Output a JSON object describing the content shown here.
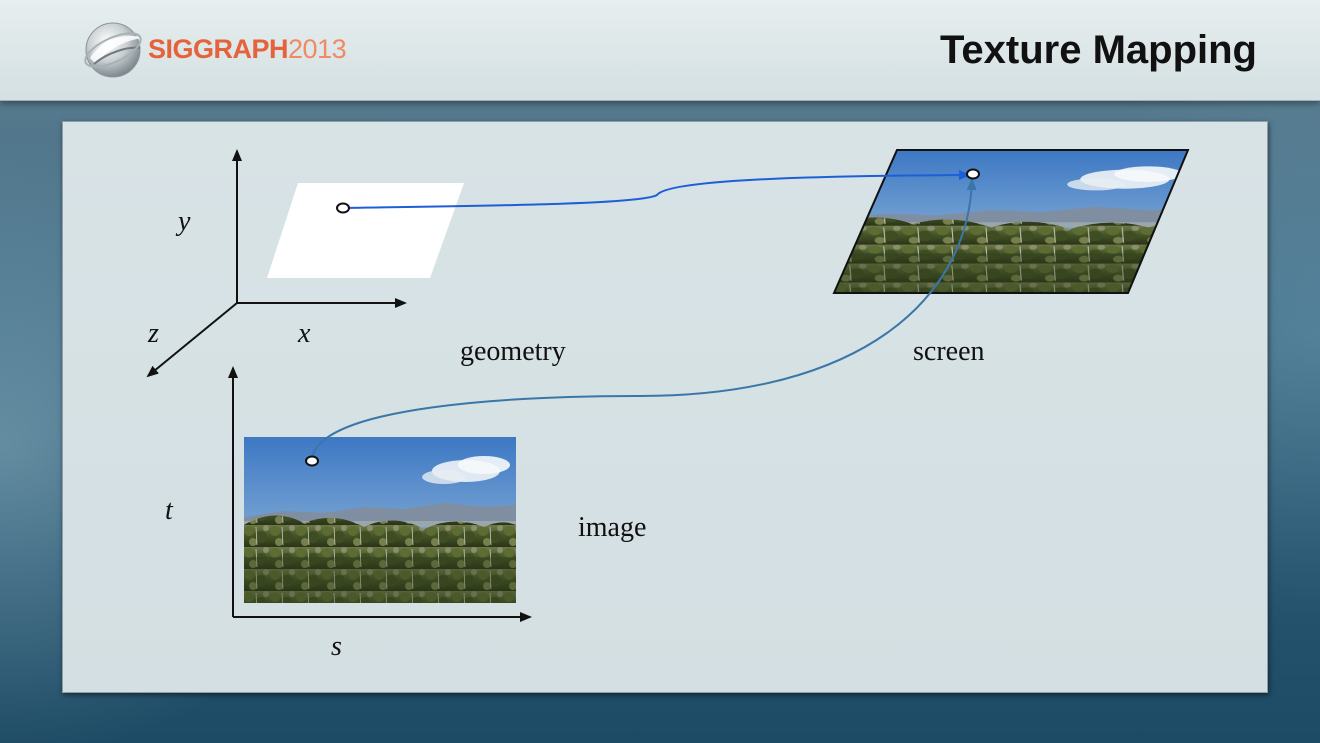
{
  "slide": {
    "title": "Texture Mapping",
    "logo": {
      "brand": "SIGGRAPH",
      "year": "2013"
    }
  },
  "diagram": {
    "axis_labels": {
      "x": "x",
      "y": "y",
      "z": "z",
      "s": "s",
      "t": "t"
    },
    "labels": {
      "geometry": "geometry",
      "screen": "screen",
      "image": "image"
    }
  },
  "colors": {
    "title_text": "#111111",
    "logo_orange": "#e5633b",
    "arrow_geometry_to_screen": "#1d5fd6",
    "arrow_image_to_screen": "#3a77a8",
    "panel_bg": "#d8e3e6"
  }
}
